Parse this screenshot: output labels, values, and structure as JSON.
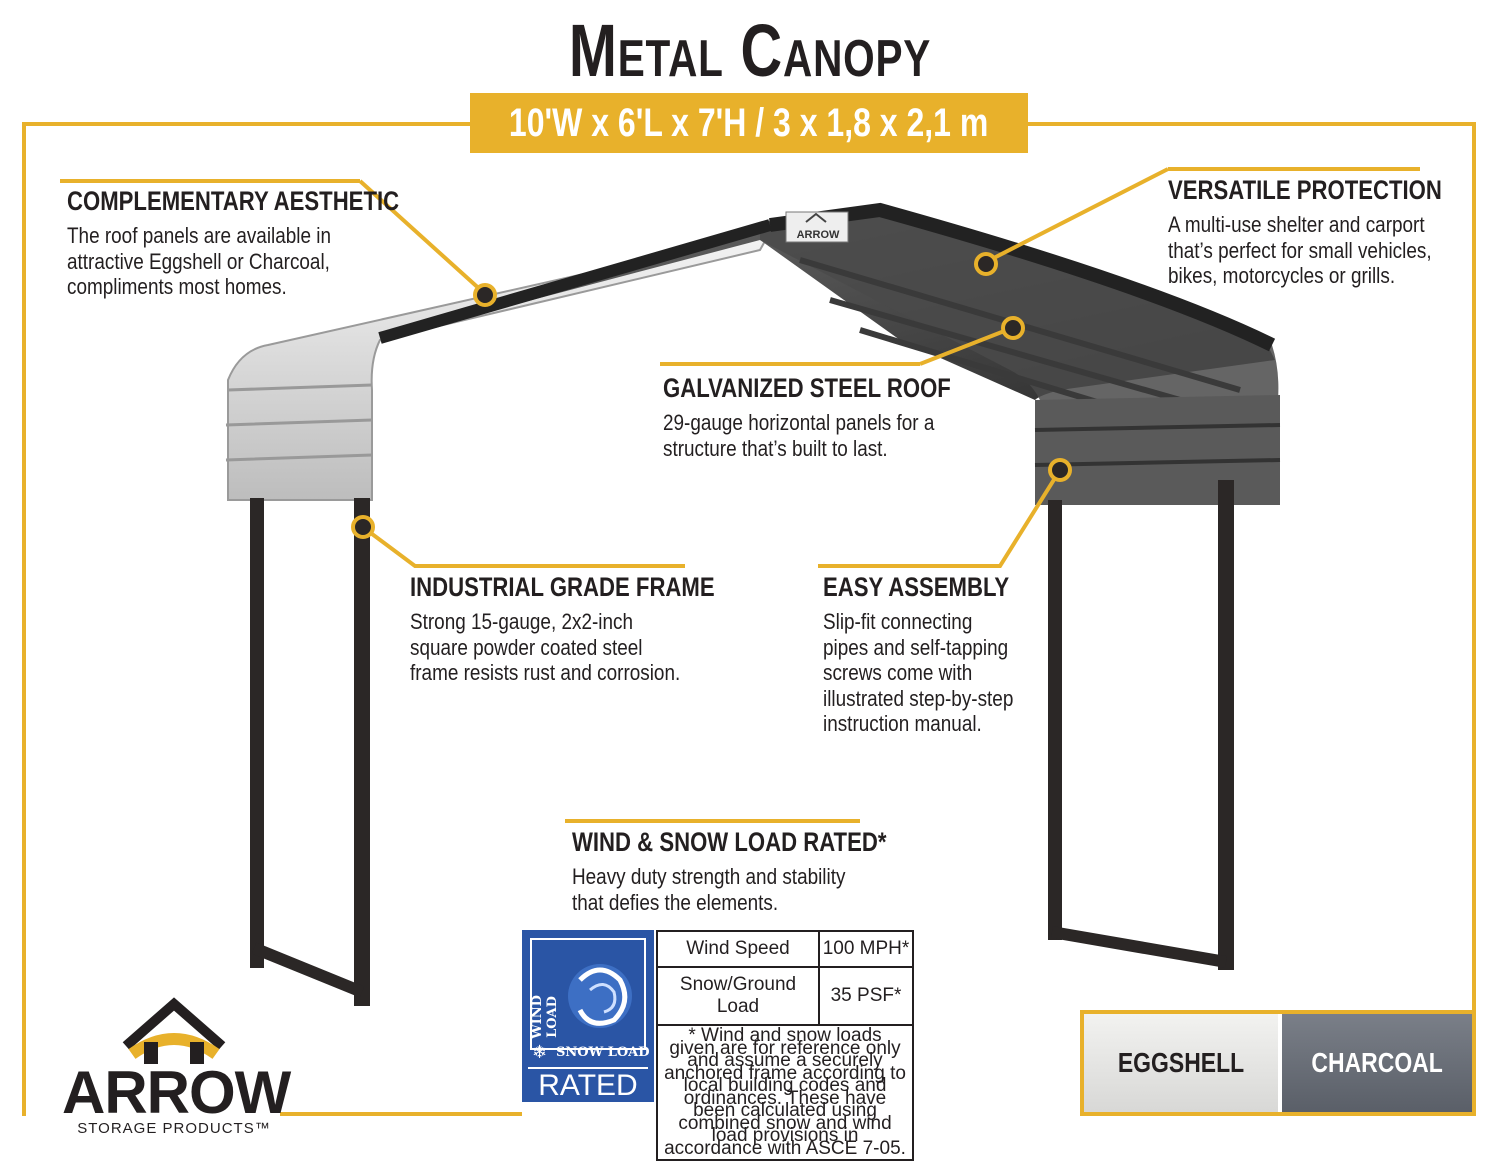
{
  "title": {
    "line": "Metal Canopy"
  },
  "dimensions": "10'W x 6'L x 7'H / 3 x 1,8 x 2,1 m",
  "roof_logo": "ARROW",
  "features": [
    {
      "heading": "COMPLEMENTARY AESTHETIC",
      "text": "The roof panels are available in\nattractive Eggshell or Charcoal,\ncompliments most homes."
    },
    {
      "heading": "VERSATILE PROTECTION",
      "text": "A multi-use shelter and carport\nthat’s perfect for small vehicles,\nbikes, motorcycles or grills."
    },
    {
      "heading": "GALVANIZED STEEL ROOF",
      "text": "29-gauge horizontal panels for a\nstructure that’s built to last."
    },
    {
      "heading": "INDUSTRIAL GRADE FRAME",
      "text": "Strong 15-gauge, 2x2-inch\nsquare powder coated steel\nframe resists rust and corrosion."
    },
    {
      "heading": "EASY ASSEMBLY",
      "text": "Slip-fit connecting\npipes and self-tapping\nscrews come with\nillustrated step-by-step\ninstruction manual."
    },
    {
      "heading": "WIND & SNOW LOAD RATED*",
      "text": "Heavy duty strength and stability\nthat defies the elements."
    }
  ],
  "load_table": {
    "rows": [
      {
        "label": "Wind Speed",
        "value": "100 MPH*"
      },
      {
        "label": "Snow/Ground Load",
        "value": "35 PSF*"
      }
    ],
    "footnote": "* Wind and snow loads given are for reference only and assume a securely anchored frame according to local building codes and ordinances. These have been calculated using combined snow and wind load provisions in accordance with ASCE 7-05."
  },
  "badge": {
    "wind": "WIND LOAD",
    "snow": "SNOW LOAD",
    "rated": "RATED"
  },
  "colors_options": [
    {
      "name": "EGGSHELL",
      "color": "#e6e6e4"
    },
    {
      "name": "CHARCOAL",
      "color": "#6b7079"
    }
  ],
  "brand": {
    "name": "ARROW",
    "tagline": "STORAGE PRODUCTS™"
  },
  "accent": "#e8b12b"
}
